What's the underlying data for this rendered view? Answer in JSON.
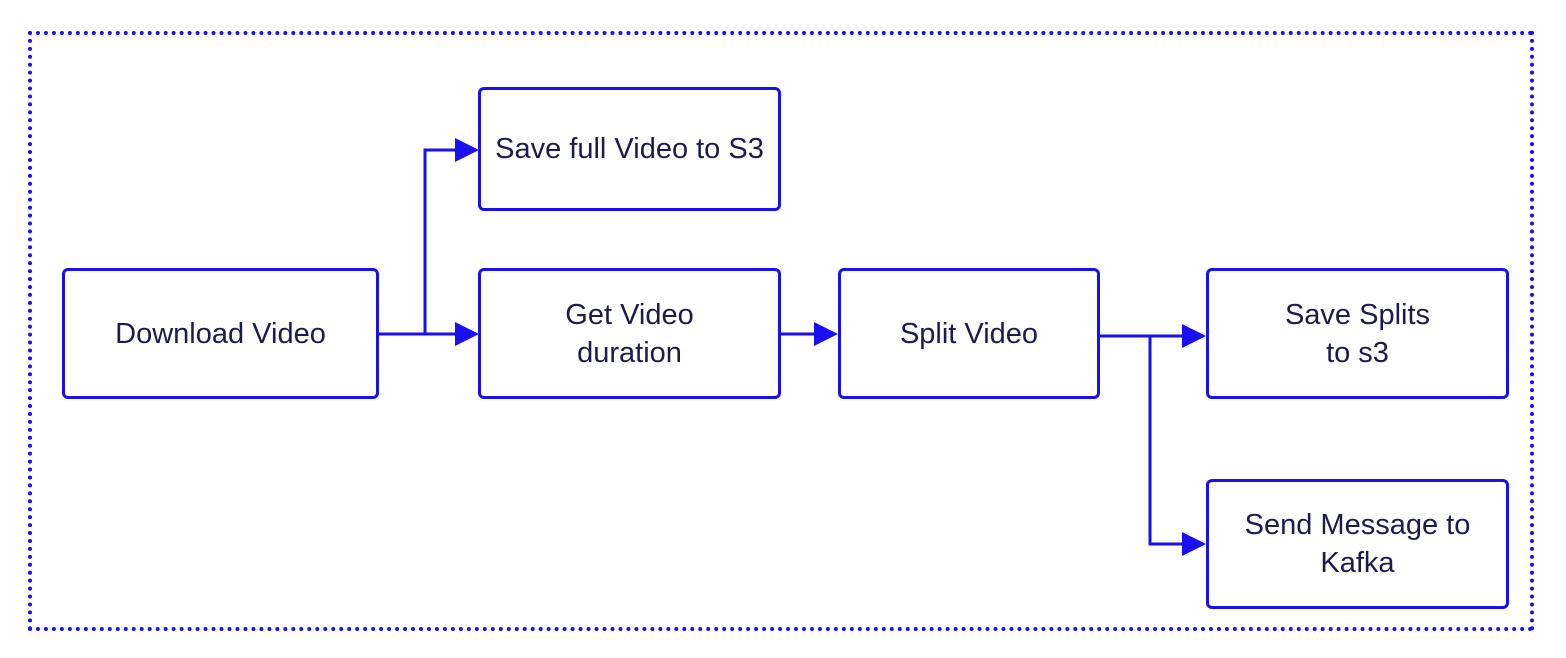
{
  "colors": {
    "accent": "#1a0ff0",
    "text": "#1c1b4d",
    "background": "#ffffff"
  },
  "nodes": {
    "download": {
      "label": "Download Video"
    },
    "save_full": {
      "label": "Save full Video to S3"
    },
    "get_duration": {
      "label": "Get Video duration"
    },
    "split": {
      "label": "Split Video"
    },
    "save_splits": {
      "label": "Save Splits to s3"
    },
    "send_message": {
      "label": "Send Message to Kafka"
    }
  },
  "edges": [
    {
      "from": "download",
      "to": "save_full"
    },
    {
      "from": "download",
      "to": "get_duration"
    },
    {
      "from": "get_duration",
      "to": "split"
    },
    {
      "from": "split",
      "to": "save_splits"
    },
    {
      "from": "split",
      "to": "send_message"
    }
  ]
}
